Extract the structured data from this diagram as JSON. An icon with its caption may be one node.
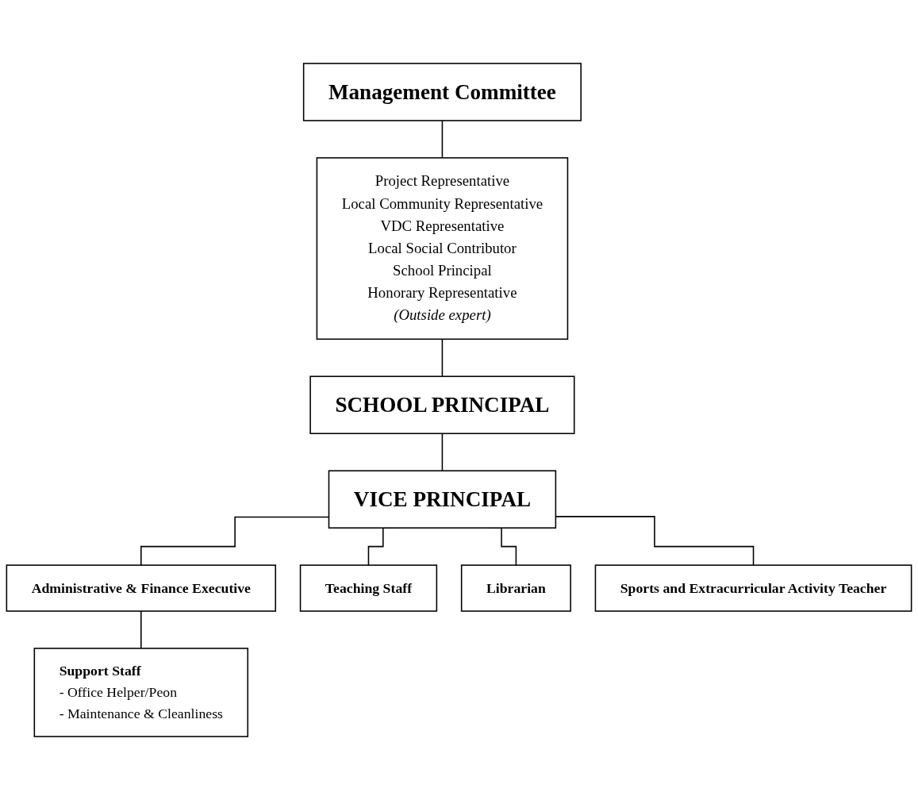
{
  "diagram": {
    "nodes": [
      {
        "text": [
          "Management Committee"
        ]
      },
      {
        "text": [
          "Project Representative",
          "Local Community Representative",
          "VDC Representative",
          "Local Social Contributor",
          "School Principal",
          "Honorary Representative",
          "(Outside expert)"
        ]
      },
      {
        "text": [
          "SCHOOL PRINCIPAL"
        ]
      },
      {
        "text": [
          "VICE PRINCIPAL"
        ]
      },
      {
        "text": [
          "Administrative & Finance Executive"
        ]
      },
      {
        "text": [
          "Teaching Staff"
        ]
      },
      {
        "text": [
          "Librarian"
        ]
      },
      {
        "text": [
          "Sports and Extracurricular Activity Teacher"
        ]
      },
      {
        "text": [
          "Support Staff",
          "- Office Helper/Peon",
          "- Maintenance & Cleanliness"
        ]
      }
    ],
    "edges": [
      {
        "from": 0,
        "to": 1,
        "arrow": "none"
      },
      {
        "from": 1,
        "to": 2,
        "arrow": "none"
      },
      {
        "from": 2,
        "to": 3,
        "arrow": "none"
      },
      {
        "from": 3,
        "to": 4,
        "arrow": "none"
      },
      {
        "from": 3,
        "to": 5,
        "arrow": "none"
      },
      {
        "from": 3,
        "to": 6,
        "arrow": "none"
      },
      {
        "from": 3,
        "to": 7,
        "arrow": "none"
      },
      {
        "from": 4,
        "to": 8,
        "arrow": "none"
      }
    ]
  }
}
